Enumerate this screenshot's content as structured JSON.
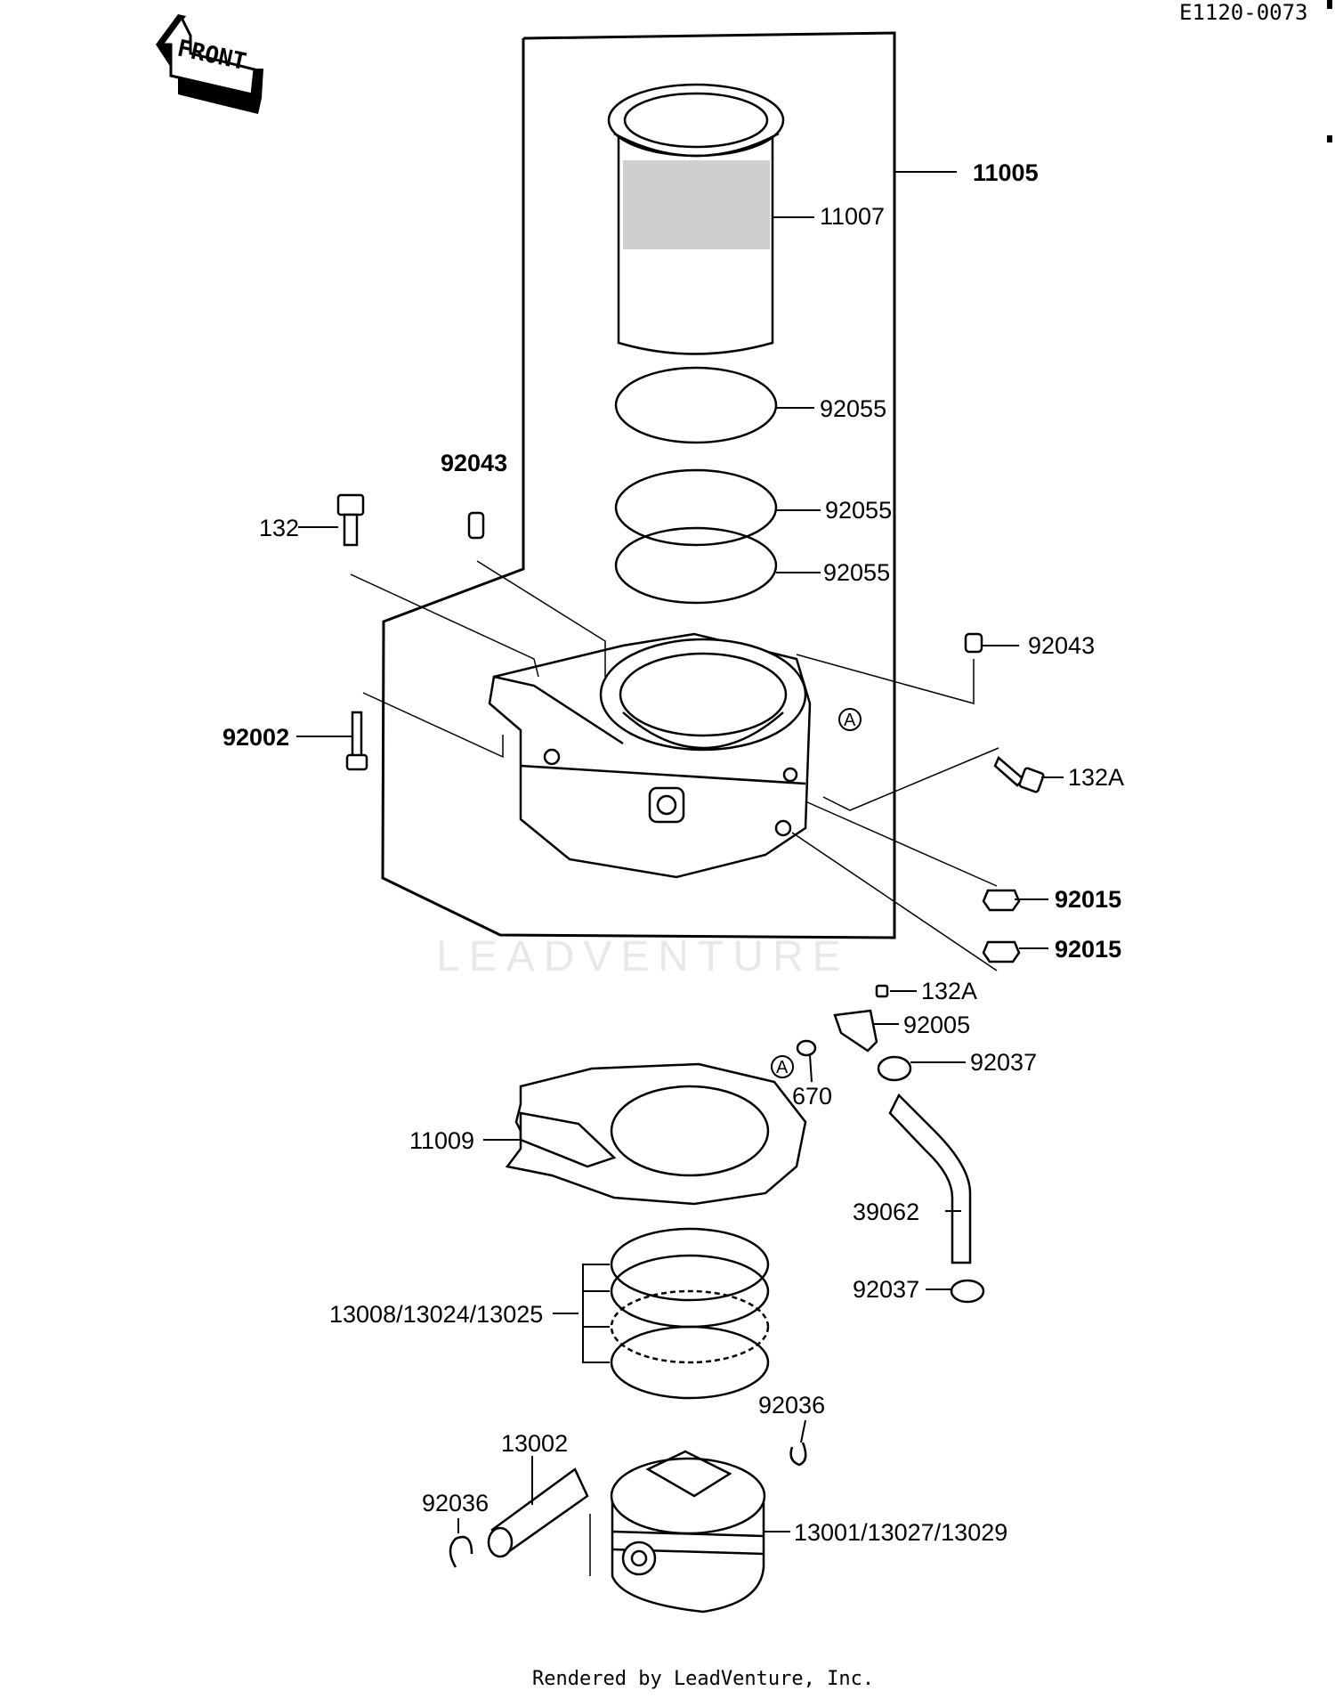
{
  "diagram_code": "E1120-0073",
  "front_label": "FRONT",
  "watermark": "LEADVENTURE",
  "footer": "Rendered by LeadVenture, Inc.",
  "callout_a": "A",
  "labels": {
    "p11005": "11005",
    "p11007": "11007",
    "p92055_a": "92055",
    "p92055_b": "92055",
    "p92055_c": "92055",
    "p92043_a": "92043",
    "p92043_b": "92043",
    "p132": "132",
    "p132A_a": "132A",
    "p132A_b": "132A",
    "p92002": "92002",
    "p92015_a": "92015",
    "p92015_b": "92015",
    "p92005": "92005",
    "p92037_a": "92037",
    "p92037_b": "92037",
    "p670": "670",
    "p11009": "11009",
    "p39062": "39062",
    "p13008": "13008/13024/13025",
    "p92036_a": "92036",
    "p92036_b": "92036",
    "p13002": "13002",
    "p13001": "13001/13027/13029"
  }
}
